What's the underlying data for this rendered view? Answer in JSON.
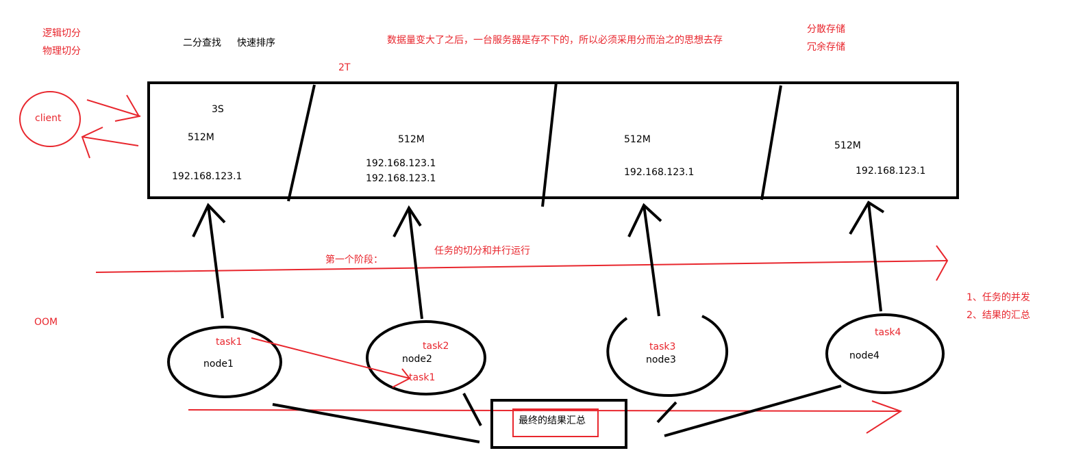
{
  "colors": {
    "red": "#e8262d",
    "black": "#000000",
    "background": "#ffffff"
  },
  "annotations": {
    "logical_split": "逻辑切分",
    "physical_split": "物理切分",
    "binary_search": "二分查找",
    "quick_sort": "快速排序",
    "big_data_note": "数据量变大了之后，一台服务器是存不下的，所以必须采用分而治之的思想去存",
    "size_2t": "2T",
    "distributed_storage": "分散存储",
    "redundant_storage": "冗余存储",
    "client": "client",
    "oom": "OOM",
    "stage_one": "第一个阶段：",
    "stage_one_desc": "任务的切分和并行运行",
    "point_1": "1、任务的并发",
    "point_2": "2、结果的汇总",
    "final_result": "最终的结果汇总"
  },
  "storage": {
    "block1": {
      "time": "3S",
      "size": "512M",
      "ip": "192.168.123.1"
    },
    "block2": {
      "size": "512M",
      "ip_a": "192.168.123.1",
      "ip_b": "192.168.123.1"
    },
    "block3": {
      "size": "512M",
      "ip": "192.168.123.1"
    },
    "block4": {
      "size": "512M",
      "ip": "192.168.123.1"
    }
  },
  "nodes": {
    "node1": {
      "name": "node1",
      "task": "task1"
    },
    "node2": {
      "name": "node2",
      "task": "task2",
      "moved_task": "task1"
    },
    "node3": {
      "name": "node3",
      "task": "task3"
    },
    "node4": {
      "name": "node4",
      "task": "task4"
    }
  }
}
